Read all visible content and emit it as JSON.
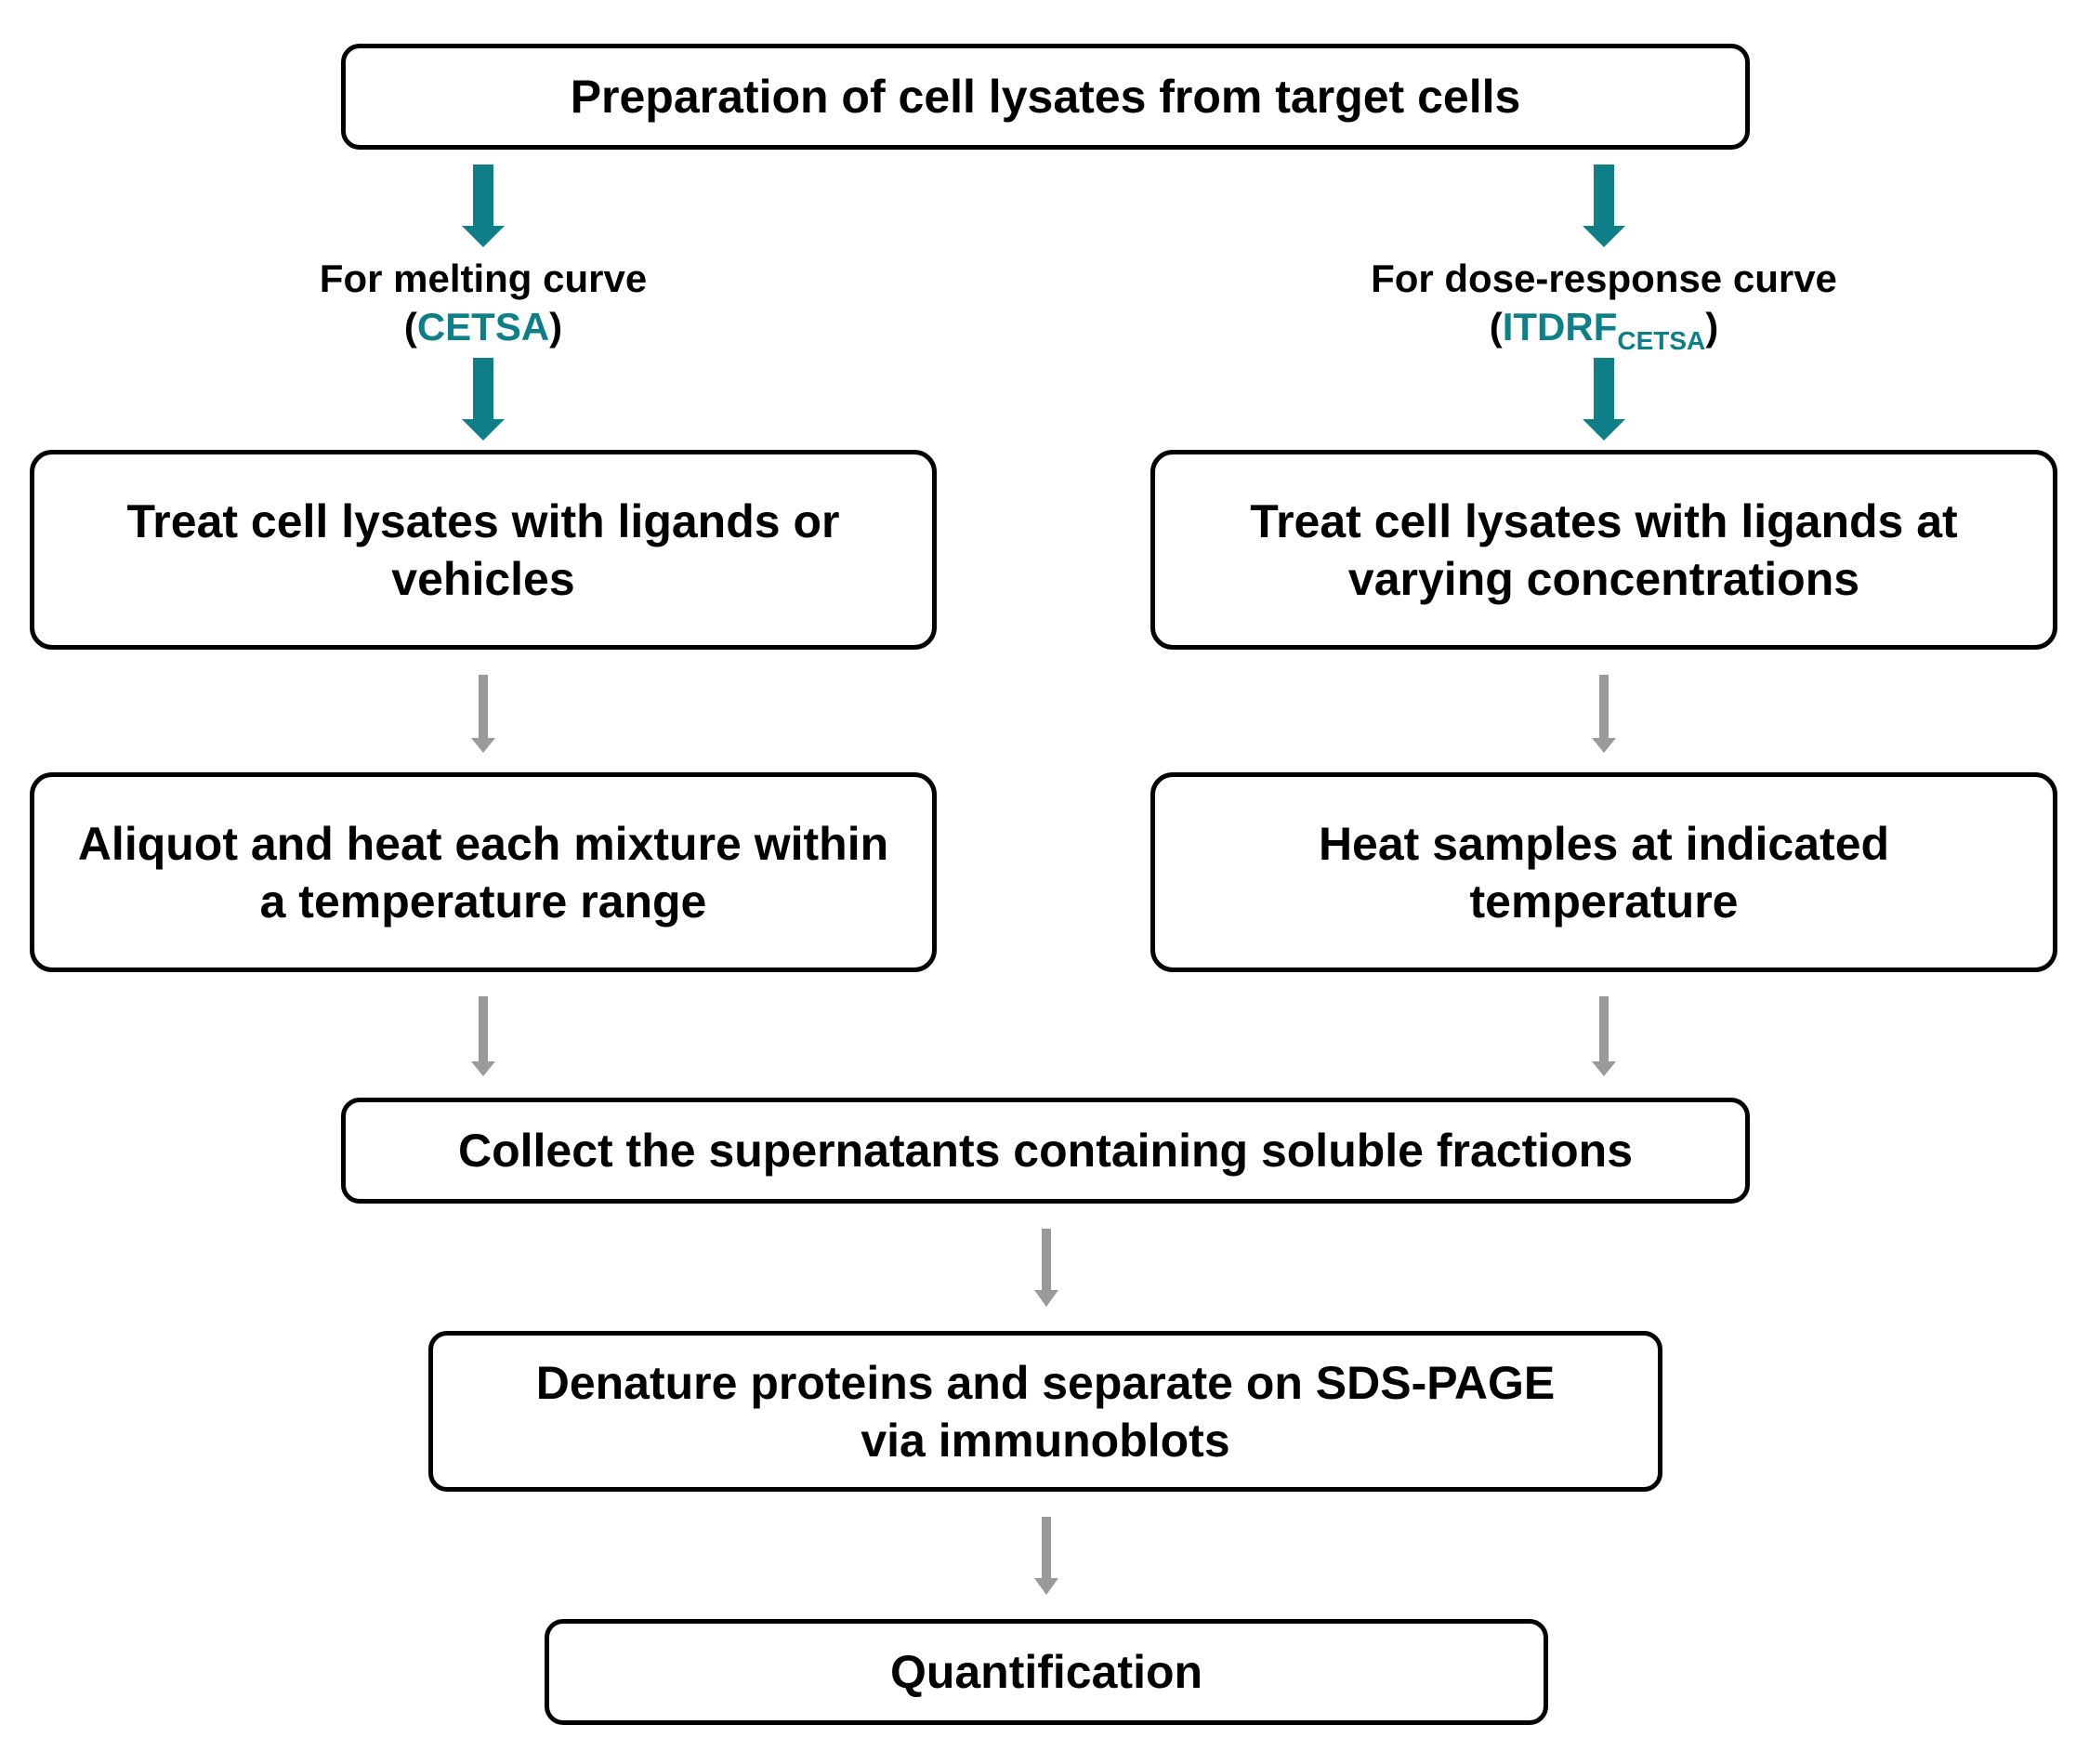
{
  "colors": {
    "accent": "#0e7e87",
    "gray_arrow": "#9a9a9a",
    "border": "#000000"
  },
  "steps": {
    "prep": "Preparation of cell lysates from target cells",
    "left": {
      "label_line1": "For melting curve",
      "label_open": "(",
      "label_method": "CETSA",
      "label_close": ")",
      "treat_line1": "Treat cell lysates with ligands or",
      "treat_line2": "vehicles",
      "heat_line1": "Aliquot and heat each mixture within",
      "heat_line2": "a temperature range"
    },
    "right": {
      "label_line1": "For dose-response curve",
      "label_open": "(",
      "label_method": "ITDRF",
      "label_method_sub": "CETSA",
      "label_close": ")",
      "treat_line1": "Treat cell lysates with ligands at",
      "treat_line2": "varying concentrations",
      "heat_line1": "Heat samples at indicated",
      "heat_line2": "temperature"
    },
    "collect": "Collect the supernatants containing soluble fractions",
    "denature_line1": "Denature proteins and separate on SDS-PAGE",
    "denature_line2": "via immunoblots",
    "quant": "Quantification"
  }
}
